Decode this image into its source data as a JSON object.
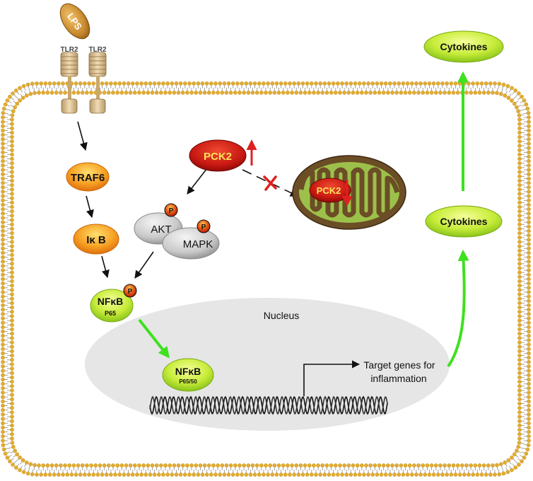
{
  "labels": {
    "lps": "LPS",
    "tlr2_left": "TLR2",
    "tlr2_right": "TLR2",
    "traf6": "TRAF6",
    "ikb": "Iκ B",
    "nfkb_cyto": "NFκB",
    "nfkb_cyto_sub": "P65",
    "nfkb_nuc": "NFκB",
    "nfkb_nuc_sub": "P65/50",
    "pck2": "PCK2",
    "pck2_mito": "PCK2",
    "akt": "AKT",
    "mapk": "MAPK",
    "phospho": "P",
    "nucleus": "Nucleus",
    "target_line1": "Target genes for",
    "target_line2": "inflammation",
    "cytokines_inner": "Cytokines",
    "cytokines_outer": "Cytokines"
  },
  "colors": {
    "membrane_head": "#e2ad2d",
    "membrane_tail": "#9a9a9a",
    "orange_node": "#f39a1f",
    "yellow_green_node": "#c6e93a",
    "red_node": "#c81812",
    "green_arrow": "#3ee01f",
    "red_inhibit": "#e02020",
    "mito_outer": "#6b4d26",
    "mito_inner": "#9cc14a",
    "nucleus_fill": "#e6e6e6"
  }
}
